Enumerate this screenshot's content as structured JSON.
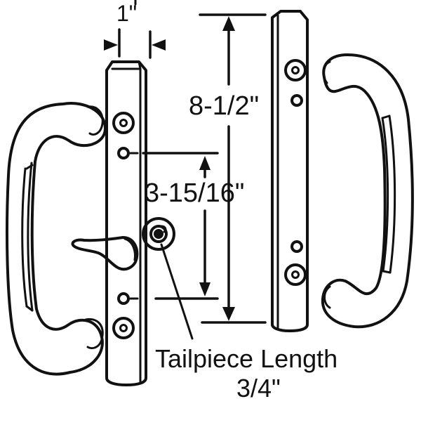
{
  "diagram": {
    "subject": "Sliding patio door handle set (interior and exterior handles)",
    "line_color": "#111111",
    "background": "#ffffff"
  },
  "dimensions": {
    "plate_width": {
      "label": "1\"",
      "value_inches": 1
    },
    "plate_length": {
      "label": "8-1/2\"",
      "value_inches": 8.5
    },
    "hole_spacing": {
      "label": "3-15/16\"",
      "value_inches": 3.9375
    },
    "tailpiece": {
      "label_line1": "Tailpiece Length",
      "label_line2": "3/4\"",
      "value_inches": 0.75
    }
  },
  "components": [
    {
      "name": "left-handle",
      "description": "Interior pull handle with thumb-turn latch lever"
    },
    {
      "name": "left-mounting-plate",
      "description": "Escutcheon plate with two large and two small screw holes"
    },
    {
      "name": "tailpiece-hub",
      "description": "Latch hub with tailpiece"
    },
    {
      "name": "right-mounting-plate",
      "description": "Exterior escutcheon plate"
    },
    {
      "name": "right-handle",
      "description": "Exterior pull handle"
    }
  ]
}
